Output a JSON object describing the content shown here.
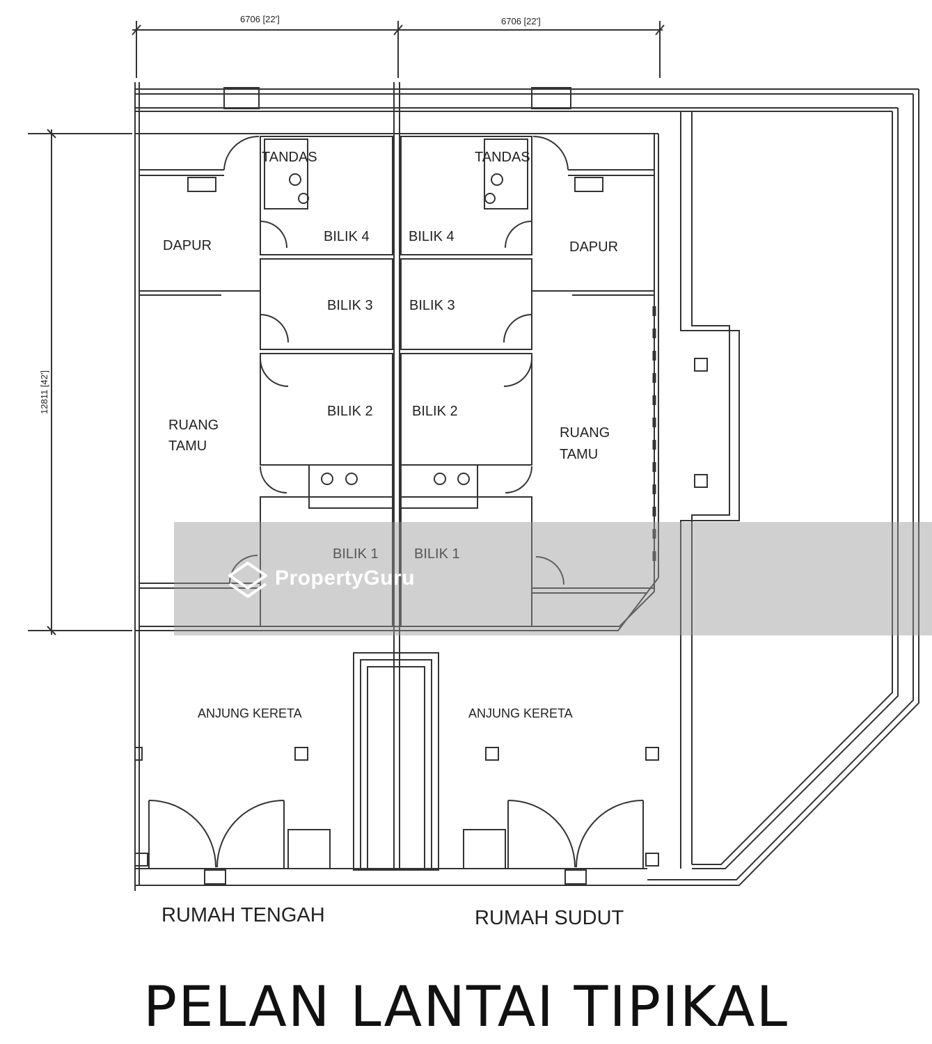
{
  "dimensions": {
    "width_left": "6706 [22']",
    "width_right": "6706 [22']",
    "depth": "12811 [42']"
  },
  "rooms": {
    "left": {
      "tandas": "TANDAS",
      "dapur": "DAPUR",
      "bilik4": "BILIK 4",
      "bilik3": "BILIK 3",
      "bilik2": "BILIK 2",
      "bilik1": "BILIK 1",
      "ruang_line1": "RUANG",
      "ruang_line2": "TAMU",
      "anjung": "ANJUNG KERETA"
    },
    "right": {
      "tandas": "TANDAS",
      "dapur": "DAPUR",
      "bilik4": "BILIK 4",
      "bilik3": "BILIK 3",
      "bilik2": "BILIK 2",
      "bilik1": "BILIK 1",
      "ruang_line1": "RUANG",
      "ruang_line2": "TAMU",
      "anjung": "ANJUNG KERETA"
    }
  },
  "house_labels": {
    "left": "RUMAH TENGAH",
    "right": "RUMAH SUDUT"
  },
  "title": "PELAN LANTAI TIPIKAL",
  "watermark": "PropertyGuru",
  "colors": {
    "line": "#333333",
    "watermark_band": "#969696"
  }
}
